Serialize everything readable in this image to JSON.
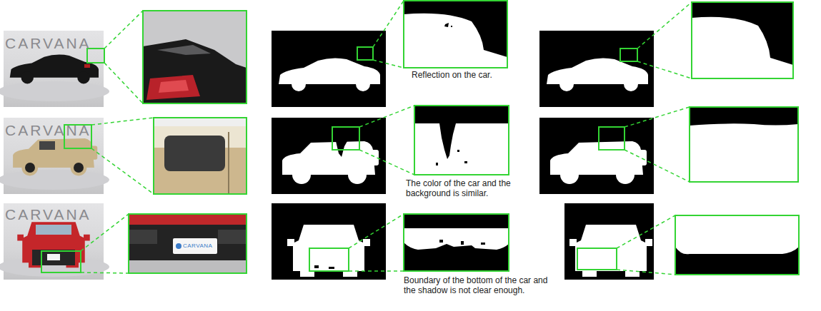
{
  "diagram": {
    "labels": [
      "CARVANA",
      "CARVANA",
      "CARVANA",
      "CARVANA",
      "Reflection on the car.",
      "The color of the car and the background is similar.",
      "Boundary of the bottom of the car and the shadow is not clear enough."
    ]
  }
}
